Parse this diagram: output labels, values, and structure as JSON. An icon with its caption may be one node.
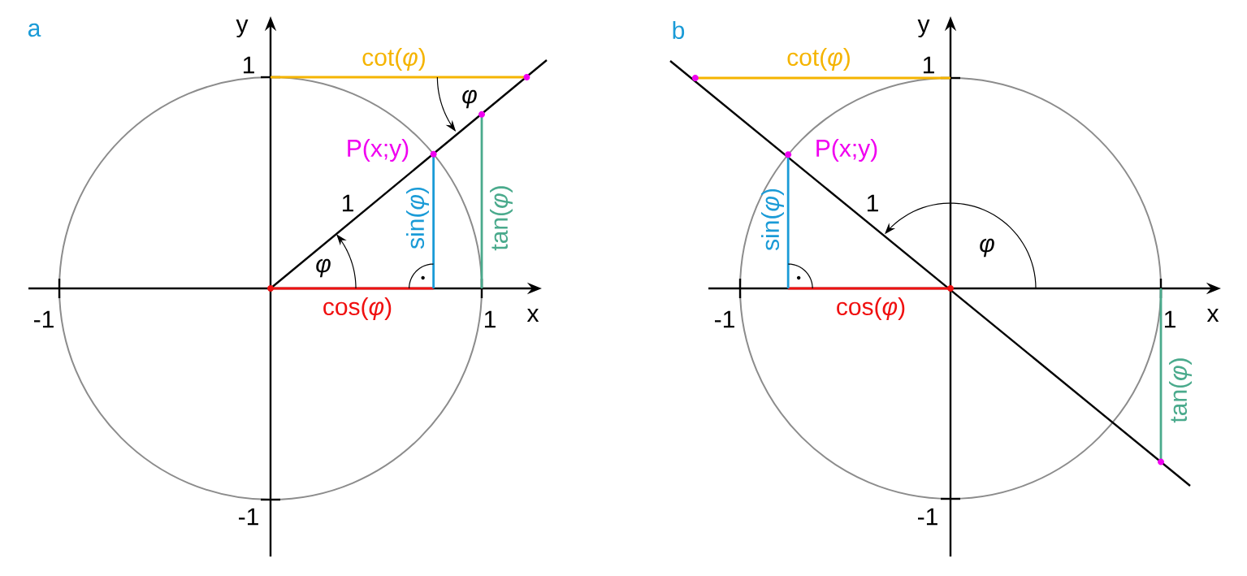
{
  "diagram": {
    "labels": [
      "a",
      "y",
      "1",
      "cot(*φ*)",
      "φ",
      "P(x;y)",
      "1",
      "sin(*φ*)",
      "tan(*φ*)",
      "φ",
      "-1",
      "cos(*φ*)",
      "1",
      "x",
      "-1",
      "b",
      "y",
      "cot(*φ*)",
      "1",
      "P(x;y)",
      "sin(*φ*)",
      "1",
      "φ",
      "-1",
      "cos(*φ*)",
      "1",
      "x",
      "tan(*φ*)",
      "-1"
    ]
  }
}
